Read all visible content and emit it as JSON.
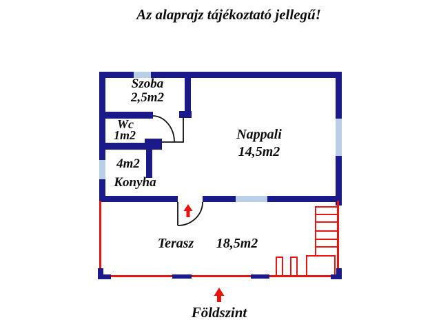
{
  "title": "Az alaprajz tájékoztató jellegű!",
  "floor_label": "Földszint",
  "rooms": {
    "szoba": {
      "name": "Szoba",
      "area": "2,5m2"
    },
    "wc": {
      "name": "Wc",
      "area": "1m2"
    },
    "konyha": {
      "name": "Konyha",
      "area": "4m2"
    },
    "nappali": {
      "name": "Nappali",
      "area": "14,5m2"
    },
    "terasz": {
      "name": "Terasz",
      "area": "18,5m2"
    }
  },
  "icons": {
    "entrance_arrow": "up-arrow-icon",
    "door_swing": "quarter-arc-door-swing",
    "window": "window-bar",
    "stairs": "stairs-ladder"
  },
  "colors": {
    "wall": "#1a1a8a",
    "window": "#b9cfe8",
    "terrace": "#e8140e",
    "text": "#0d0d0d",
    "background": "#ffffff"
  }
}
